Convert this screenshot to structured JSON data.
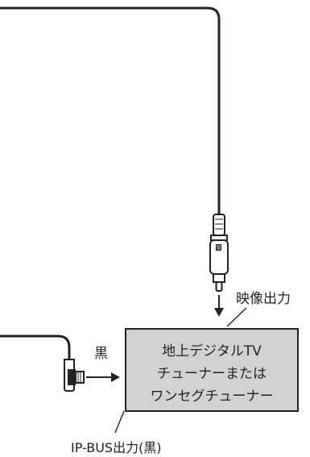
{
  "tuner_box": {
    "lines": [
      "地上デジタルTV",
      "チューナーまたは",
      "ワンセグチューナー"
    ],
    "fill_color": "#d2d2d2",
    "border_color": "#222222"
  },
  "labels": {
    "video_output": "映像出力",
    "black": "黒",
    "ip_bus_output": "IP-BUS出力(黒)"
  },
  "icons": {
    "video_plug": "rca-plug-icon",
    "ip_bus_plug": "ip-bus-plug-icon"
  }
}
